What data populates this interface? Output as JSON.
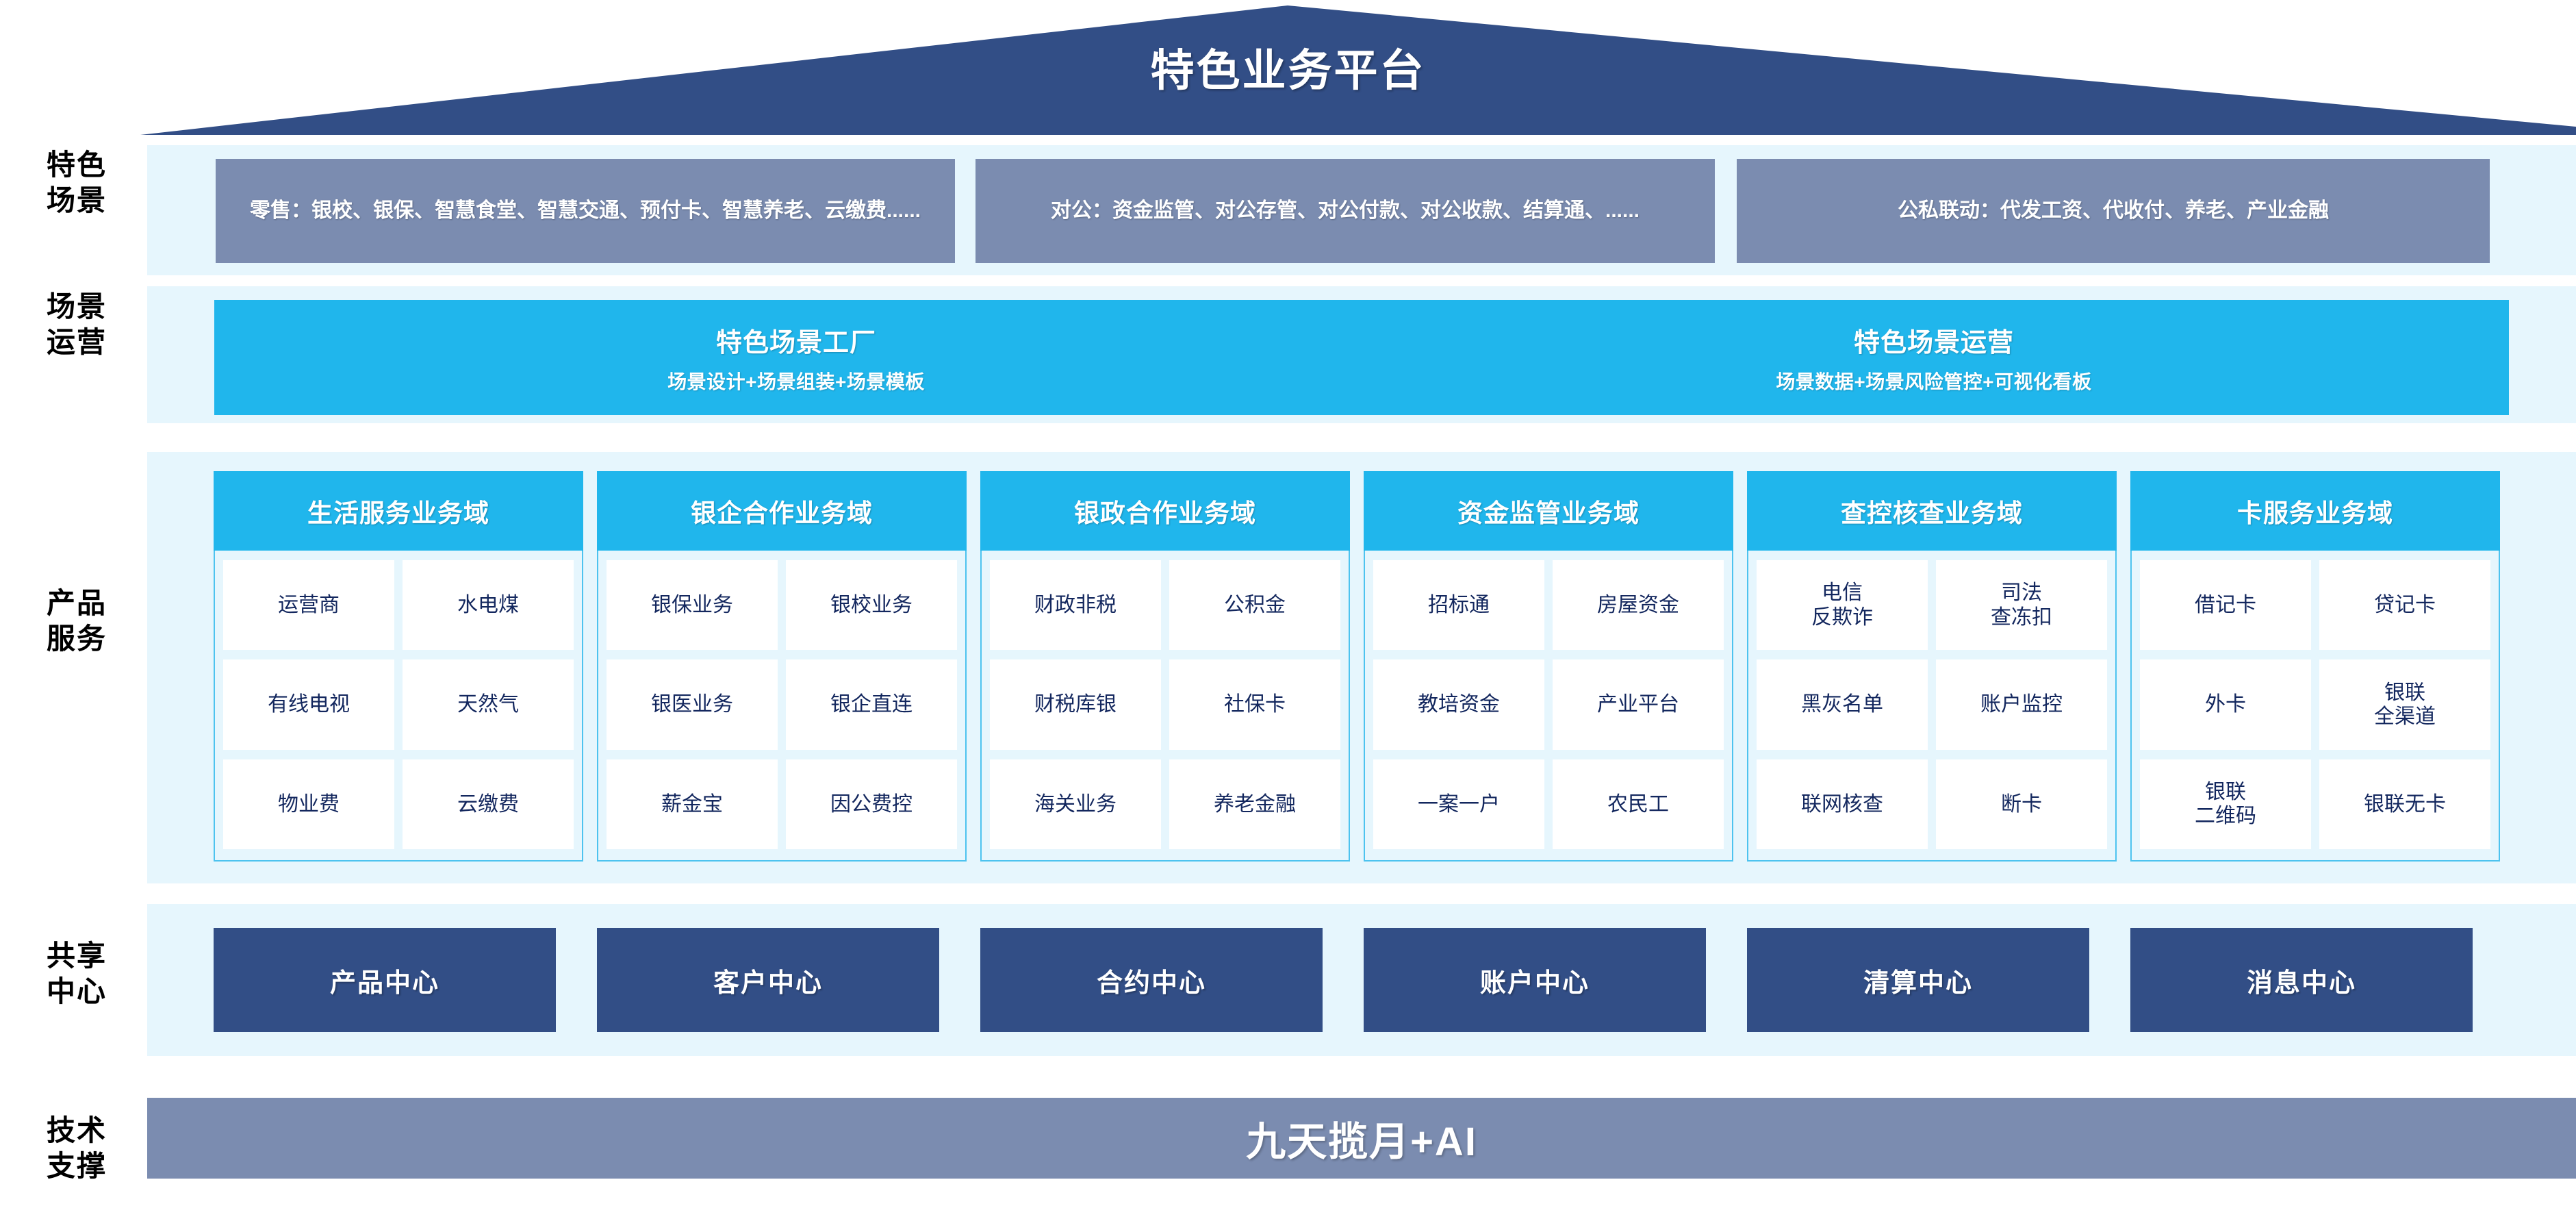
{
  "header": {
    "title": "特色业务平台",
    "roof_color": "#324e86"
  },
  "rows": {
    "scenario_label": "特色\n场景",
    "operation_label": "场景\n运营",
    "product_label": "产品\n服务",
    "shared_label": "共享\n中心",
    "tech_label": "技术\n支撑"
  },
  "scenarios": {
    "box_color": "#7b8cb0",
    "items": [
      {
        "text": "零售：银校、银保、智慧食堂、智慧交通、预付卡、智慧养老、云缴费......"
      },
      {
        "text": "对公：资金监管、对公存管、对公付款、对公收款、结算通、......"
      },
      {
        "text": "公私联动：代发工资、代收付、养老、产业金融"
      }
    ]
  },
  "operations": {
    "box_color": "#20b6ec",
    "items": [
      {
        "title": "特色场景工厂",
        "subtitle": "场景设计+场景组装+场景模板"
      },
      {
        "title": "特色场景运营",
        "subtitle": "场景数据+场景风险管控+可视化看板"
      }
    ]
  },
  "domains": {
    "head_color": "#20b6ec",
    "border_color": "#4dc3ef",
    "cell_text_color": "#13275e",
    "columns": [
      {
        "title": "生活服务业务域",
        "cells": [
          "运营商",
          "水电煤",
          "有线电视",
          "天然气",
          "物业费",
          "云缴费"
        ]
      },
      {
        "title": "银企合作业务域",
        "cells": [
          "银保业务",
          "银校业务",
          "银医业务",
          "银企直连",
          "薪金宝",
          "因公费控"
        ]
      },
      {
        "title": "银政合作业务域",
        "cells": [
          "财政非税",
          "公积金",
          "财税库银",
          "社保卡",
          "海关业务",
          "养老金融"
        ]
      },
      {
        "title": "资金监管业务域",
        "cells": [
          "招标通",
          "房屋资金",
          "教培资金",
          "产业平台",
          "一案一户",
          "农民工"
        ]
      },
      {
        "title": "查控核查业务域",
        "cells": [
          "电信\n反欺诈",
          "司法\n查冻扣",
          "黑灰名单",
          "账户监控",
          "联网核查",
          "断卡"
        ]
      },
      {
        "title": "卡服务业务域",
        "cells": [
          "借记卡",
          "贷记卡",
          "外卡",
          "银联\n全渠道",
          "银联\n二维码",
          "银联无卡"
        ]
      }
    ]
  },
  "shared_centers": {
    "box_color": "#324e86",
    "items": [
      "产品中心",
      "客户中心",
      "合约中心",
      "账户中心",
      "清算中心",
      "消息中心"
    ]
  },
  "tech_support": {
    "box_color": "#7b8cb0",
    "label": "九天揽月+AI"
  }
}
